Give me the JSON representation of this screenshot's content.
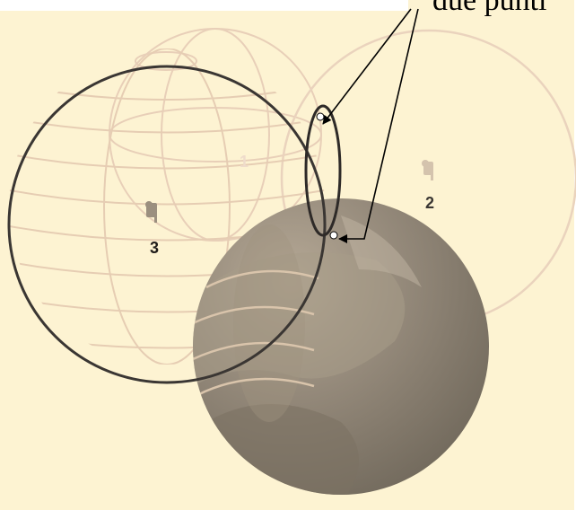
{
  "callout_label": "due punti",
  "sphere_labels": {
    "sphere1": "1",
    "sphere2": "2",
    "sphere3": "3"
  },
  "icons": [
    "person-icon",
    "person-icon"
  ],
  "colors": {
    "background": "#fdf3d2",
    "faint_outline": "#e8cfb8",
    "dark_outline": "#3a3633",
    "shaded_sphere": "#8b8170",
    "arrow": "#000000"
  }
}
